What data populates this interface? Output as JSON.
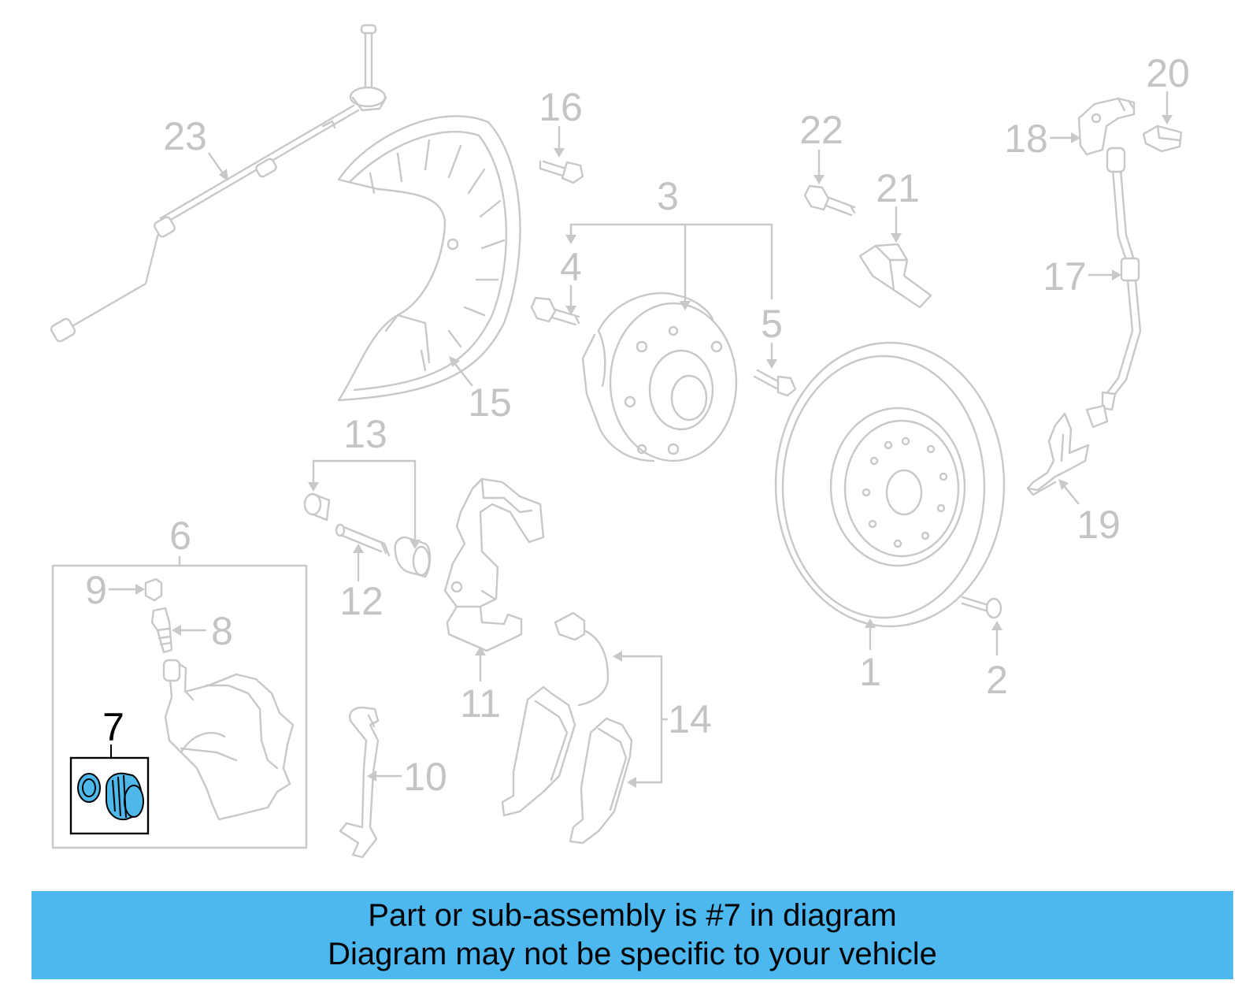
{
  "diagram": {
    "highlight_color": "#4fb8ea",
    "callouts": {
      "c1": "1",
      "c2": "2",
      "c3": "3",
      "c4": "4",
      "c5": "5",
      "c6": "6",
      "c7": "7",
      "c8": "8",
      "c9": "9",
      "c10": "10",
      "c11": "11",
      "c12": "12",
      "c13": "13",
      "c14": "14",
      "c15": "15",
      "c16": "16",
      "c17": "17",
      "c18": "18",
      "c19": "19",
      "c20": "20",
      "c21": "21",
      "c22": "22",
      "c23": "23"
    }
  },
  "banner": {
    "color": "#4db8f0",
    "line1": "Part or sub-assembly is #7 in diagram",
    "line2": "Diagram may not be specific to your vehicle"
  }
}
